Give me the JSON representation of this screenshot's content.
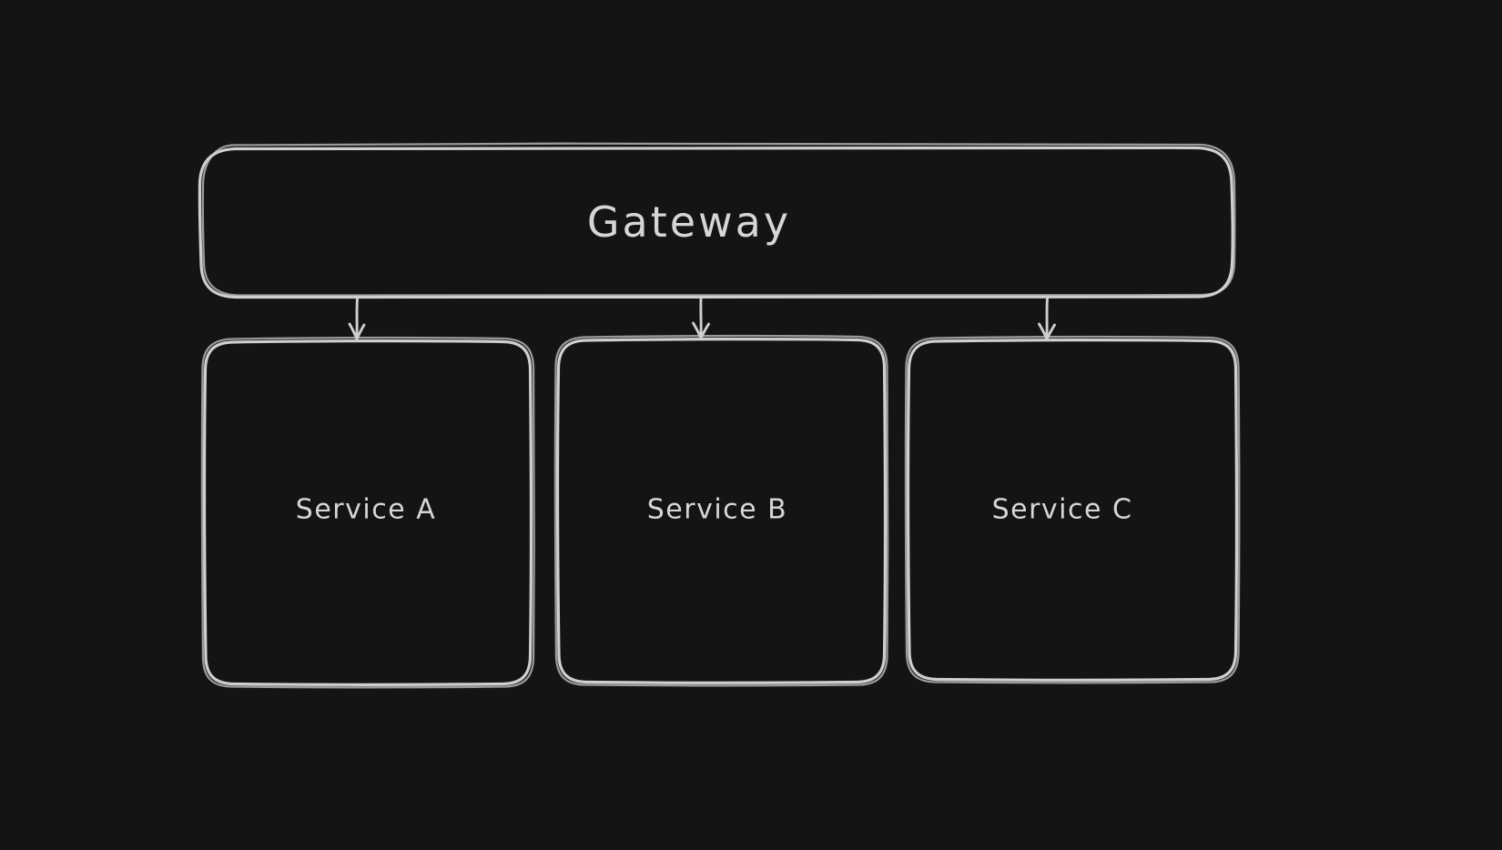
{
  "diagram": {
    "type": "flowchart",
    "style": "hand-drawn",
    "colors": {
      "background": "#141414",
      "stroke": "#cfcfcf",
      "text": "#d6d6d6"
    },
    "nodes": {
      "gateway": {
        "label": "Gateway"
      },
      "service_a": {
        "label": "Service A"
      },
      "service_b": {
        "label": "Service B"
      },
      "service_c": {
        "label": "Service C"
      }
    },
    "edges": [
      {
        "from": "gateway",
        "to": "service_a"
      },
      {
        "from": "gateway",
        "to": "service_b"
      },
      {
        "from": "gateway",
        "to": "service_c"
      }
    ]
  }
}
